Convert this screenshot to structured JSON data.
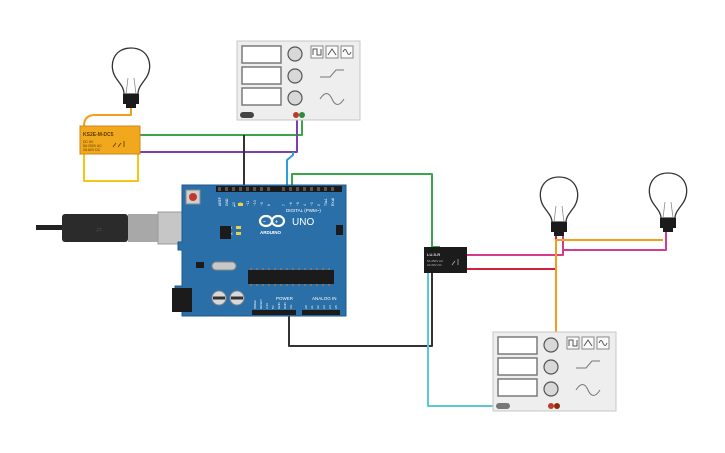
{
  "arduino": {
    "brand": "ARDUINO",
    "model": "UNO",
    "digital_label": "DIGITAL (PWM~)",
    "power_label": "POWER",
    "analog_label": "ANALOG IN",
    "led_tx": "TX",
    "led_rx": "RX",
    "led_l": "L",
    "pin_labels_top": [
      "AREF",
      "GND",
      "13",
      "12",
      "~11",
      "~10",
      "~9",
      "8",
      "7",
      "~6",
      "~5",
      "4",
      "~3",
      "2",
      "TX▸1",
      "RX◂0"
    ],
    "pin_labels_power": [
      "IOREF",
      "RESET",
      "3.3V",
      "5V",
      "GND",
      "GND",
      "Vin"
    ],
    "pin_labels_analog": [
      "A0",
      "A1",
      "A2",
      "A3",
      "A4",
      "A5"
    ]
  },
  "relay_left": {
    "part": "KS2E-M-DC5",
    "lines": [
      "DC 5V",
      "5A 250V AC",
      "2A 60V DC"
    ]
  },
  "relay_right": {
    "part": "LU-5-R",
    "lines": [
      "5A 250V AC",
      "2A 60V DC"
    ]
  },
  "colors": {
    "board": "#2a6fa8",
    "wire_black": "#333333",
    "wire_green": "#3aa64a",
    "wire_purple": "#7b3fb0",
    "wire_orange": "#f39c1e",
    "wire_yellow": "#f5c518",
    "wire_magenta": "#d43b8f",
    "wire_red": "#d0203a",
    "wire_cyan": "#5bc8d8",
    "wire_blue": "#2e9ee0"
  }
}
